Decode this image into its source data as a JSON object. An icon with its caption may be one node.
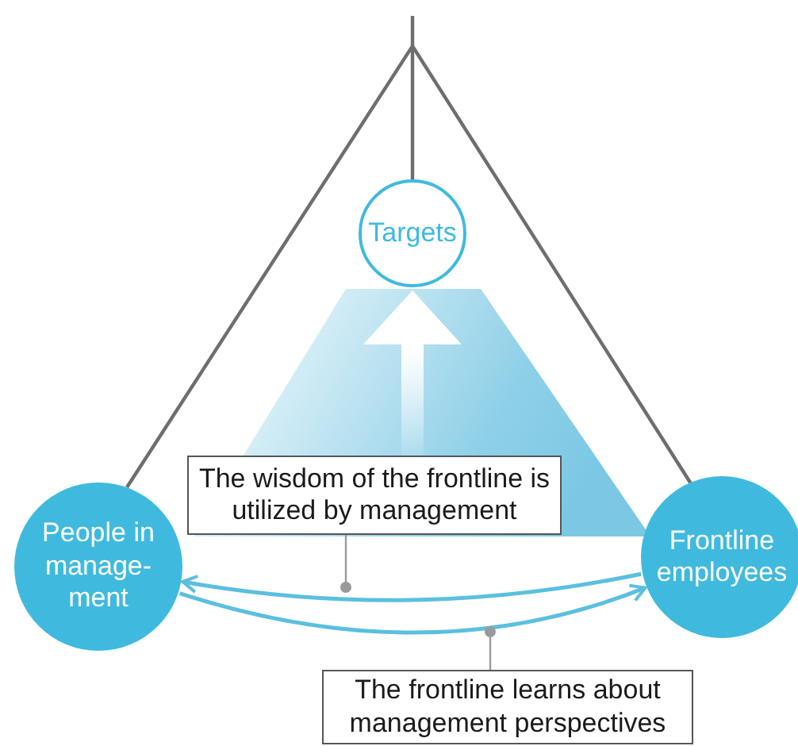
{
  "diagram": {
    "nodes": [
      {
        "text": [
          "Targets"
        ]
      },
      {
        "text": [
          "People in manage- ment"
        ]
      },
      {
        "text": [
          "Frontline employees"
        ]
      },
      {
        "text": [
          "The wisdom of the frontline is utilized by management"
        ]
      },
      {
        "text": [
          "The frontline learns about management perspectives"
        ]
      }
    ],
    "edges": [
      {
        "from": 2,
        "to": 1,
        "arrow": "to"
      },
      {
        "from": 1,
        "to": 2,
        "arrow": "to"
      },
      {
        "from": 3,
        "to": null,
        "arrow": "other"
      },
      {
        "from": 4,
        "to": null,
        "arrow": "other"
      },
      {
        "from": 3,
        "to": 0,
        "arrow": "to",
        "style": "thick",
        "color": "#ffffff"
      }
    ]
  }
}
